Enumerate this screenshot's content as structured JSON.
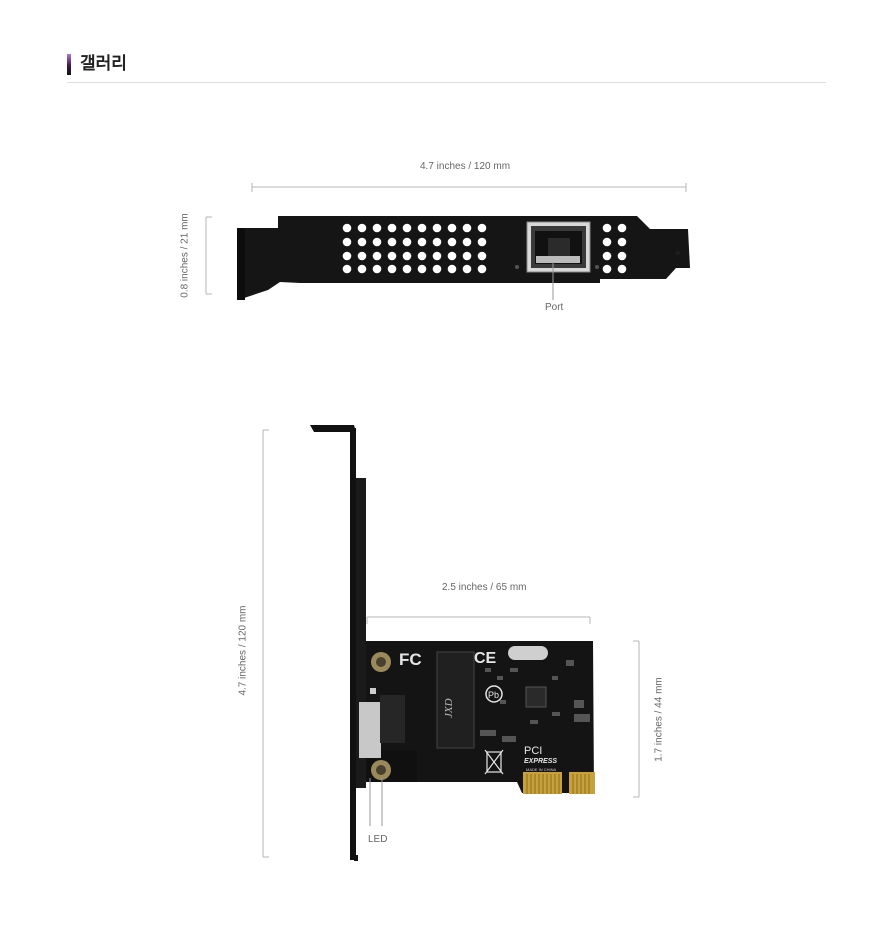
{
  "header": {
    "title": "갤러리"
  },
  "top_figure": {
    "width_label": "4.7 inches / 120 mm",
    "height_label": "0.8 inches / 21 mm",
    "port_label": "Port"
  },
  "bottom_figure": {
    "bracket_height_label": "4.7 inches / 120 mm",
    "card_width_label": "2.5 inches / 65 mm",
    "card_height_label": "1.7 inches / 44 mm",
    "led_label": "LED",
    "pcb_marks": [
      "FC",
      "CE",
      "Pb",
      "JXD",
      "PCI",
      "EXPRESS",
      "MADE IN CHINA"
    ]
  }
}
